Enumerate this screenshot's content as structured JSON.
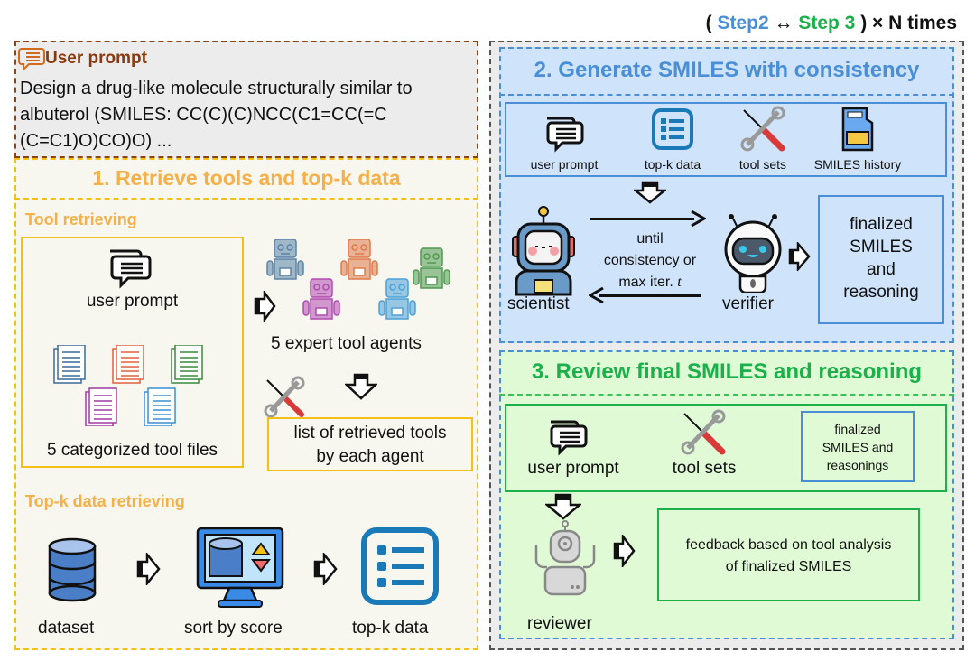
{
  "header": {
    "open_paren": "(",
    "step2": "Step2",
    "arrow": " ↔ ",
    "step3": "Step 3",
    "close": " ) × N times"
  },
  "user_prompt": {
    "title": "User prompt",
    "text": "Design a drug-like molecule structurally similar to albuterol (SMILES: CC(C)(C)NCC(C1=CC(=C (C=C1)O)CO)O) ..."
  },
  "step1": {
    "title": "1. Retrieve tools and top-k data",
    "tool_retrieving": {
      "title": "Tool retrieving",
      "user_prompt_label": "user prompt",
      "tool_files_label": "5 categorized tool files",
      "agents_label": "5 expert tool agents",
      "retrieved_label_1": "list of retrieved tools",
      "retrieved_label_2": "by each agent",
      "agent_colors": [
        "#5a84a8",
        "#e07a4a",
        "#4e9a4e",
        "#b04ab0",
        "#4aa0d8"
      ],
      "file_colors": [
        "#3a6a9a",
        "#e0603a",
        "#3a8a3a",
        "#a03aa0",
        "#3a90d0"
      ]
    },
    "topk": {
      "title": "Top-k data retrieving",
      "dataset_label": "dataset",
      "sort_label": "sort by score",
      "topk_label": "top-k data"
    }
  },
  "step2": {
    "title": "2. Generate SMILES with consistency",
    "inputs": [
      "user prompt",
      "top-k data",
      "tool sets",
      "SMILES history"
    ],
    "scientist_label": "scientist",
    "verifier_label": "verifier",
    "loop_1": "until",
    "loop_2": "consistency or",
    "loop_3": "max iter. ",
    "loop_var": "t",
    "final_1": "finalized",
    "final_2": "SMILES",
    "final_3": "and",
    "final_4": "reasoning"
  },
  "step3": {
    "title": "3. Review final SMILES and reasoning",
    "input_user": "user prompt",
    "input_tools": "tool sets",
    "final_1": "finalized",
    "final_2": "SMILES and",
    "final_3": "reasonings",
    "reviewer_label": "reviewer",
    "feedback_1": "feedback based on tool analysis",
    "feedback_2": "of finalized SMILES"
  }
}
